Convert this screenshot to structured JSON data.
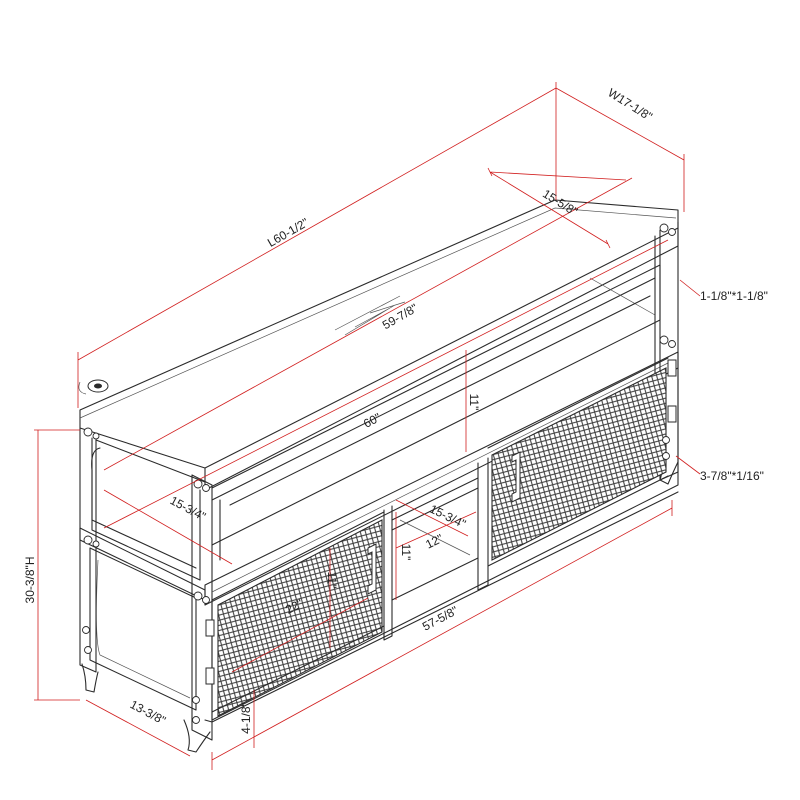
{
  "dimensions": {
    "length": "L60-1/2\"",
    "width": "W17-1/8\"",
    "height": "30-3/8\"H",
    "top_shelf_depth": "15-5/8\"",
    "top_shelf_length": "59-7/8\"",
    "mid_length": "60\"",
    "upper_opening_height": "11\"",
    "left_shelf_depth": "15-3/4\"",
    "inner_shelf_depth": "15-3/4\"",
    "inner_opening_width": "12\"",
    "inner_opening_height": "11\"",
    "cabinet_height": "11\"",
    "cabinet_width": "22\"",
    "bottom_length": "57-5/8\"",
    "leg_depth": "13-3/8\"",
    "leg_height": "4-1/8\"",
    "post_size": "1-1/8\"*1-1/8\"",
    "foot_size": "3-7/8\"*1/16\""
  },
  "colors": {
    "dimension_line": "#d11f1f",
    "outline": "#2b2b2b",
    "mesh": "#3a3a3a"
  }
}
